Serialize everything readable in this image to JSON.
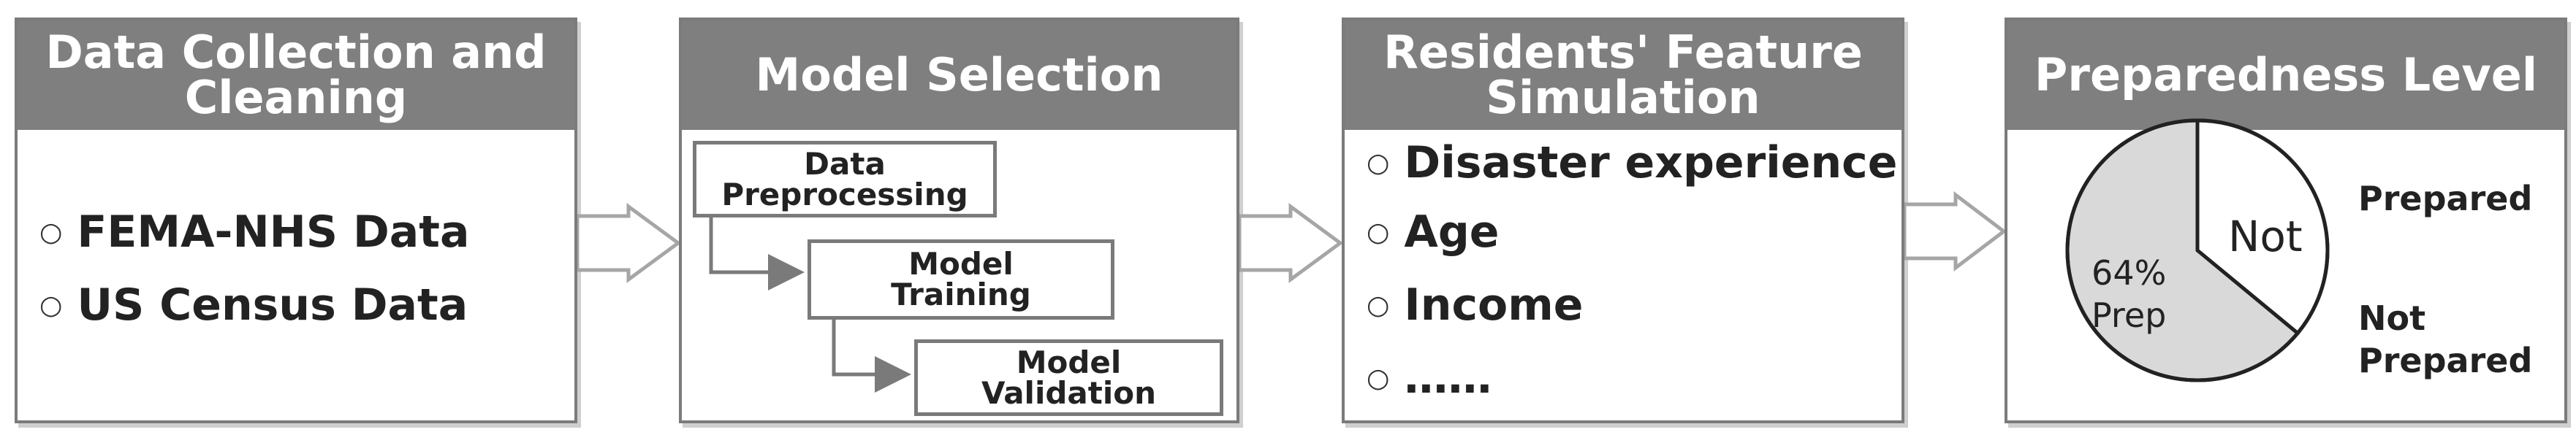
{
  "panels": [
    {
      "title": "Data Collection and\nCleaning",
      "items": [
        "FEMA-NHS Data",
        "US Census Data"
      ]
    },
    {
      "title": "Model Selection",
      "steps": [
        "Data\nPreprocessing",
        "Model\nTraining",
        "Model\nValidation"
      ]
    },
    {
      "title": "Residents' Feature\nSimulation",
      "items": [
        "Disaster experience",
        "Age",
        "Income",
        "……"
      ]
    },
    {
      "title": "Preparedness Level",
      "pie": {
        "slices": [
          {
            "label": "64%\nPrep",
            "value": 64,
            "color": "#d9d9d9"
          },
          {
            "label": "Not",
            "value": 36,
            "color": "#ffffff"
          }
        ],
        "legend_top": "Prepared",
        "legend_bottom": "Not\nPrepared"
      }
    }
  ],
  "colors": {
    "header": "#7f7f7f",
    "border": "#7b7b7b",
    "arrow": "#a6a6a6"
  }
}
